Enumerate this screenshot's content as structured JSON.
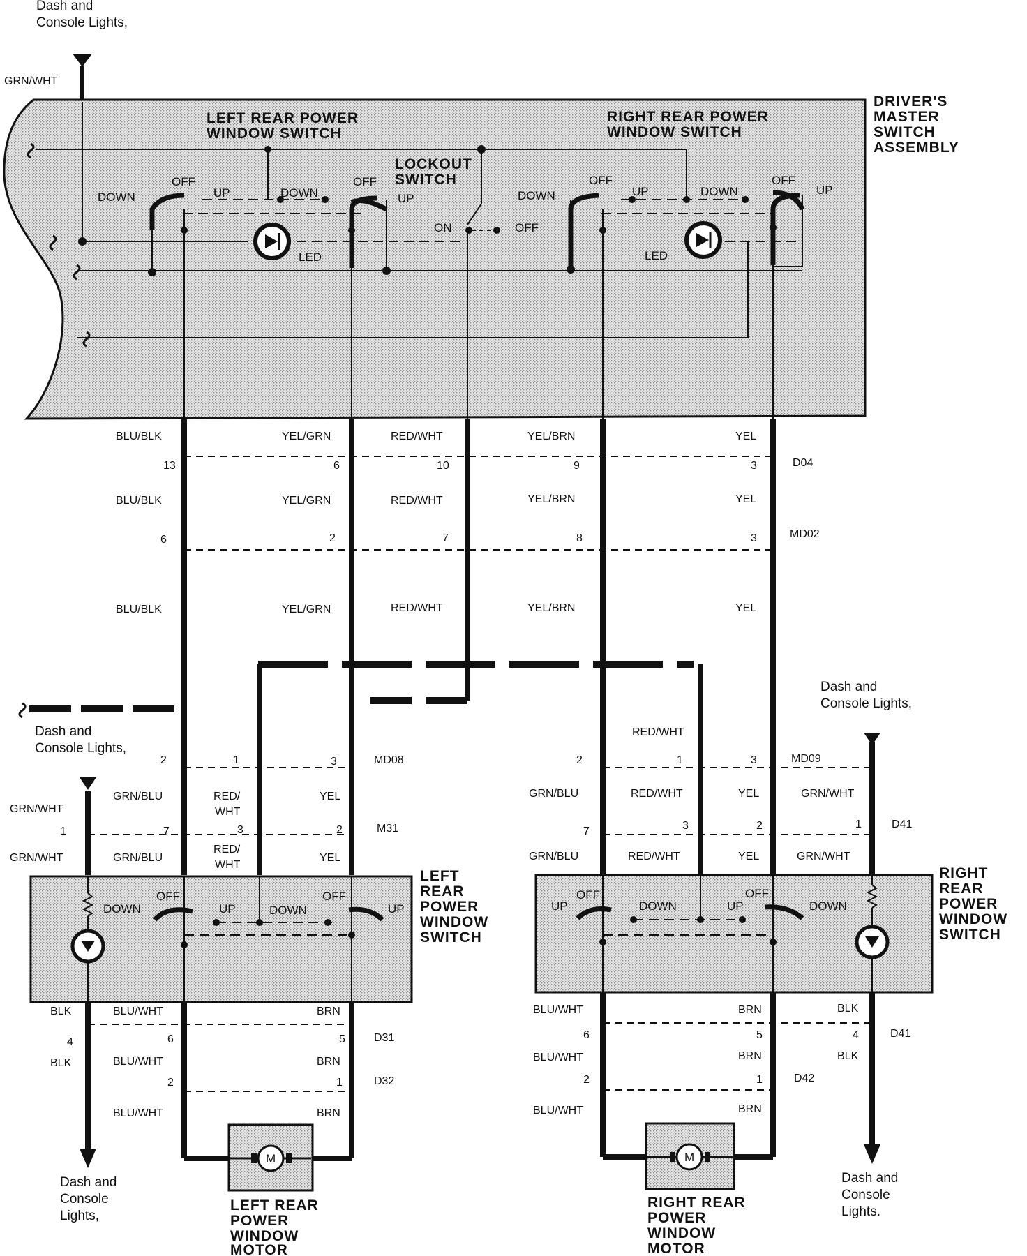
{
  "title": "Dash and Console Lights,",
  "top_feed": {
    "label": "Dash and Console Lights,",
    "wire": "GRN/WHT"
  },
  "master": {
    "name": [
      "DRIVER'S",
      "MASTER",
      "SWITCH",
      "ASSEMBLY"
    ],
    "left_switch": [
      "LEFT REAR POWER",
      "WINDOW SWITCH"
    ],
    "right_switch": [
      "RIGHT REAR POWER",
      "WINDOW SWITCH"
    ],
    "lockout": [
      "LOCKOUT",
      "SWITCH"
    ],
    "on": "ON",
    "off": "OFF",
    "up": "UP",
    "down": "DOWN",
    "led": "LED"
  },
  "wires": {
    "blu_blk": "BLU/BLK",
    "yel_grn": "YEL/GRN",
    "red_wht": "RED/WHT",
    "yel_brn": "YEL/BRN",
    "yel": "YEL",
    "grn_blu": "GRN/BLU",
    "grn_wht": "GRN/WHT",
    "red": "RED/",
    "wht": "WHT",
    "blk": "BLK",
    "blu_wht": "BLU/WHT",
    "brn": "BRN"
  },
  "connectors": {
    "D04": "D04",
    "MD02": "MD02",
    "MD08": "MD08",
    "MD09": "MD09",
    "M31": "M31",
    "D41": "D41",
    "D31": "D31",
    "D32": "D32",
    "D42": "D42"
  },
  "pins": {
    "d04": [
      "13",
      "6",
      "10",
      "9",
      "3"
    ],
    "md02": [
      "6",
      "2",
      "7",
      "8",
      "3"
    ],
    "md08": [
      "2",
      "1",
      "3"
    ],
    "md09": [
      "2",
      "1",
      "3"
    ],
    "m31": [
      "1",
      "7",
      "3",
      "2"
    ],
    "d41": [
      "7",
      "3",
      "2",
      "1"
    ],
    "d31": [
      "4",
      "6",
      "5"
    ],
    "d32": [
      "2",
      "1"
    ],
    "d41b": [
      "6",
      "5",
      "4"
    ],
    "d42": [
      "2",
      "1"
    ]
  },
  "mid_light": [
    "Dash and",
    "Console Lights,"
  ],
  "right_light": [
    "Dash and",
    "Console Lights,"
  ],
  "left_rear_switch": [
    "LEFT",
    "REAR",
    "POWER",
    "WINDOW",
    "SWITCH"
  ],
  "right_rear_switch": [
    "RIGHT",
    "REAR",
    "POWER",
    "WINDOW",
    "SWITCH"
  ],
  "left_motor": [
    "LEFT REAR",
    "POWER",
    "WINDOW",
    "MOTOR"
  ],
  "right_motor": [
    "RIGHT REAR",
    "POWER",
    "WINDOW",
    "MOTOR"
  ],
  "motor_symbol": "M",
  "bottom_left_light": [
    "Dash and",
    "Console",
    "Lights,"
  ],
  "bottom_right_light": [
    "Dash and",
    "Console",
    "Lights."
  ]
}
